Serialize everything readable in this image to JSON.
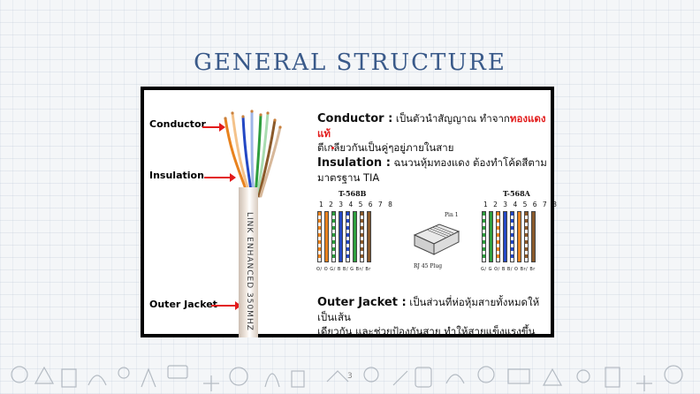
{
  "slide": {
    "title": "GENERAL STRUCTURE",
    "page_number": "3"
  },
  "labels": {
    "conductor": "Conductor",
    "insulation": "Insulation",
    "outer_jacket": "Outer Jacket"
  },
  "cable_print": "LINK ENHANCED 350MHZ",
  "description": {
    "conductor_title": "Conductor :",
    "conductor_text": " เป็นตัวนำสัญญาณ ทำจาก",
    "conductor_highlight": "ทองแดงแท้",
    "conductor_text2": "ตีเกลียวกันเป็นคู่ๆอยู่ภายในสาย",
    "insulation_title": "Insulation :",
    "insulation_text": " ฉนวนหุ้มทองแดง ต้องทำโค้ดสีตาม",
    "insulation_text2": "มาตรฐาน TIA",
    "jacket_title": "Outer Jacket :",
    "jacket_text": " เป็นส่วนที่ห่อหุ้มสายทั้งหมดให้เป็นเส้น",
    "jacket_text2": "เดียวกัน และช่วยป้องกันสาย ทำให้สายแข็งแรงขึ้น"
  },
  "wiring": {
    "t568b_title": "T-568B",
    "t568a_title": "T-568A",
    "pin_numbers": "1 2 3 4 5 6 7 8",
    "t568b_codes": "O/ O G/ B B/ G Br/ Br",
    "t568a_codes": "G/ G O/ B B/ O Br/ Br",
    "plug_pin": "Pin 1",
    "plug_label": "RJ 45 Plug"
  },
  "colors": {
    "title": "#3a5a8a",
    "arrow": "#e21b1b",
    "highlight": "#e21b1b",
    "orange": "#e8821e",
    "green": "#2e9e3e",
    "blue": "#2448c4",
    "brown": "#8b5a2b"
  }
}
